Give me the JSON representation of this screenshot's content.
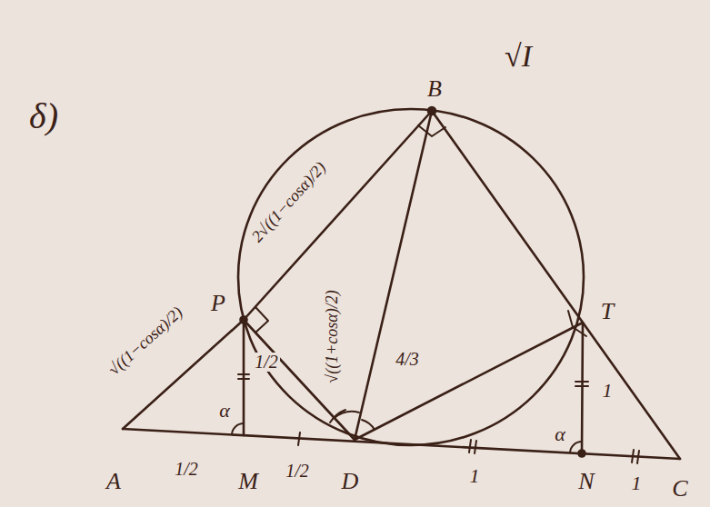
{
  "diagram": {
    "labels": [
      "δ)",
      "√I",
      "B",
      "P",
      "T",
      "A",
      "M",
      "D",
      "N",
      "C",
      "√((1−cosα)/2)",
      "2√((1−cosα)/2)",
      "√((1+cosα)/2)",
      "1/2",
      "1/2",
      "1/2",
      "4/3",
      "1",
      "1",
      "1",
      "α",
      "α"
    ]
  }
}
